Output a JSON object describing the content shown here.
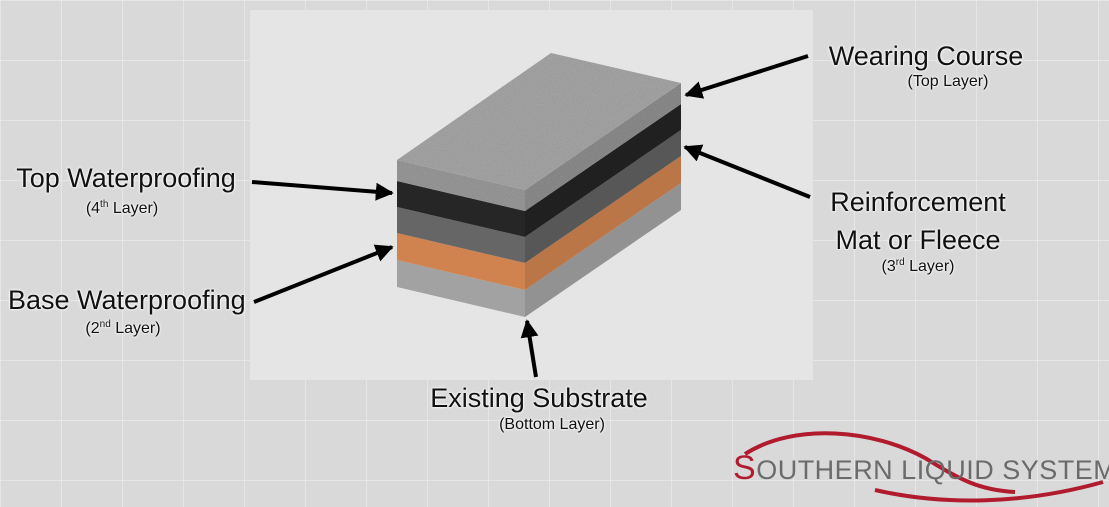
{
  "labels": {
    "wearing": {
      "title": "Wearing Course",
      "sub": "(Top Layer)"
    },
    "top_waterproofing": {
      "title": "Top Waterproofing",
      "sub_pre": "(4",
      "sub_sup": "th",
      "sub_post": " Layer)"
    },
    "reinforcement": {
      "title_line1": "Reinforcement",
      "title_line2": "Mat or Fleece",
      "sub_pre": "(3",
      "sub_sup": "rd",
      "sub_post": " Layer)"
    },
    "base_waterproofing": {
      "title": "Base Waterproofing",
      "sub_pre": "(2",
      "sub_sup": "nd",
      "sub_post": " Layer)"
    },
    "substrate": {
      "title": "Existing Substrate",
      "sub": "(Bottom Layer)"
    }
  },
  "logo": {
    "initial": "S",
    "rest": "OUTHERN LIQUID SYSTEMS"
  },
  "colors": {
    "wearing_top": "#a7a7a7",
    "wearing_front": "#9a9a9a",
    "wearing_side": "#8d8d8d",
    "top_waterproofing": "#262626",
    "reinforcement": "#666666",
    "base_waterproofing": "#d0834f",
    "substrate": "#a2a2a2",
    "brand_red": "#b01c2e",
    "brand_gray": "#6b6b6b"
  }
}
